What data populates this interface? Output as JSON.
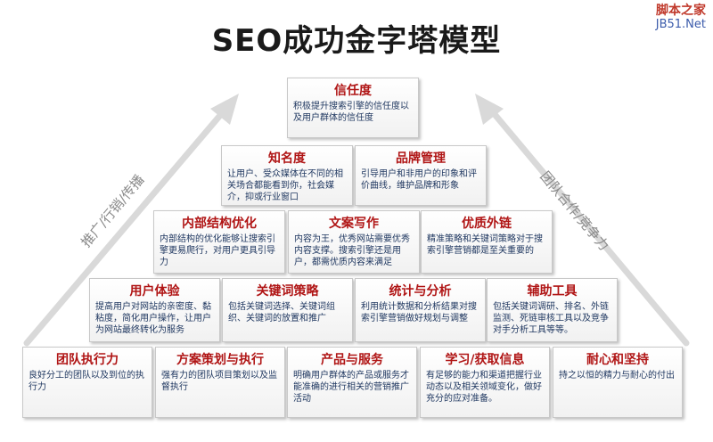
{
  "title": "SEO成功金字塔模型",
  "watermark": {
    "line1": "脚本之家",
    "line2": "JB51.Net"
  },
  "side_labels": {
    "left": "推广/行销/传播",
    "right": "团队合作/竞争力"
  },
  "colors": {
    "heading": "#b01515",
    "body_text": "#1f3760",
    "arrow": "#d9d9d9"
  },
  "pyramid": [
    [
      {
        "title": "信任度",
        "text": "积极提升搜索引擎的信任度以及用户群体的信任度"
      }
    ],
    [
      {
        "title": "知名度",
        "text": "让用户、受众媒体在不同的相关场合都能看到你，社会媒介，抑或行业窗口"
      },
      {
        "title": "品牌管理",
        "text": "引导用户和非用户的印象和评价曲线，维护品牌和形象"
      }
    ],
    [
      {
        "title": "内部结构优化",
        "text": "内部结构的优化能够让搜索引擎更易爬行，对用户更具引导力"
      },
      {
        "title": "文案写作",
        "text": "内容为王，优秀网站需要优秀内容支撑。搜索引擎还是用户，都需优质内容来满足"
      },
      {
        "title": "优质外链",
        "text": "精准策略和关键词策略对于搜索引擎营销都是至关重要的"
      }
    ],
    [
      {
        "title": "用户体验",
        "text": "提高用户对网站的亲密度、黏粘度，简化用户操作，让用户为网站最终转化为服务"
      },
      {
        "title": "关键词策略",
        "text": "包括关键词选择、关键词组织、关键词的放置和推广"
      },
      {
        "title": "统计与分析",
        "text": "利用统计数据和分析结果对搜索引擎营销做好规划与调整"
      },
      {
        "title": "辅助工具",
        "text": "包括关键词调研、排名、外链监测、死链审核工具以及竞争对手分析工具等等。"
      }
    ],
    [
      {
        "title": "团队执行力",
        "text": "良好分工的团队以及到位的执行力"
      },
      {
        "title": "方案策划与执行",
        "text": "强有力的团队项目策划以及监督执行"
      },
      {
        "title": "产品与服务",
        "text": "明确用户群体的产品或服务才能准确的进行相关的营销推广活动"
      },
      {
        "title": "学习/获取信息",
        "text": "有足够的能力和渠道把握行业动态以及相关领域变化，做好充分的应对准备。"
      },
      {
        "title": "耐心和坚持",
        "text": "持之以恒的精力与耐心的付出"
      }
    ]
  ]
}
